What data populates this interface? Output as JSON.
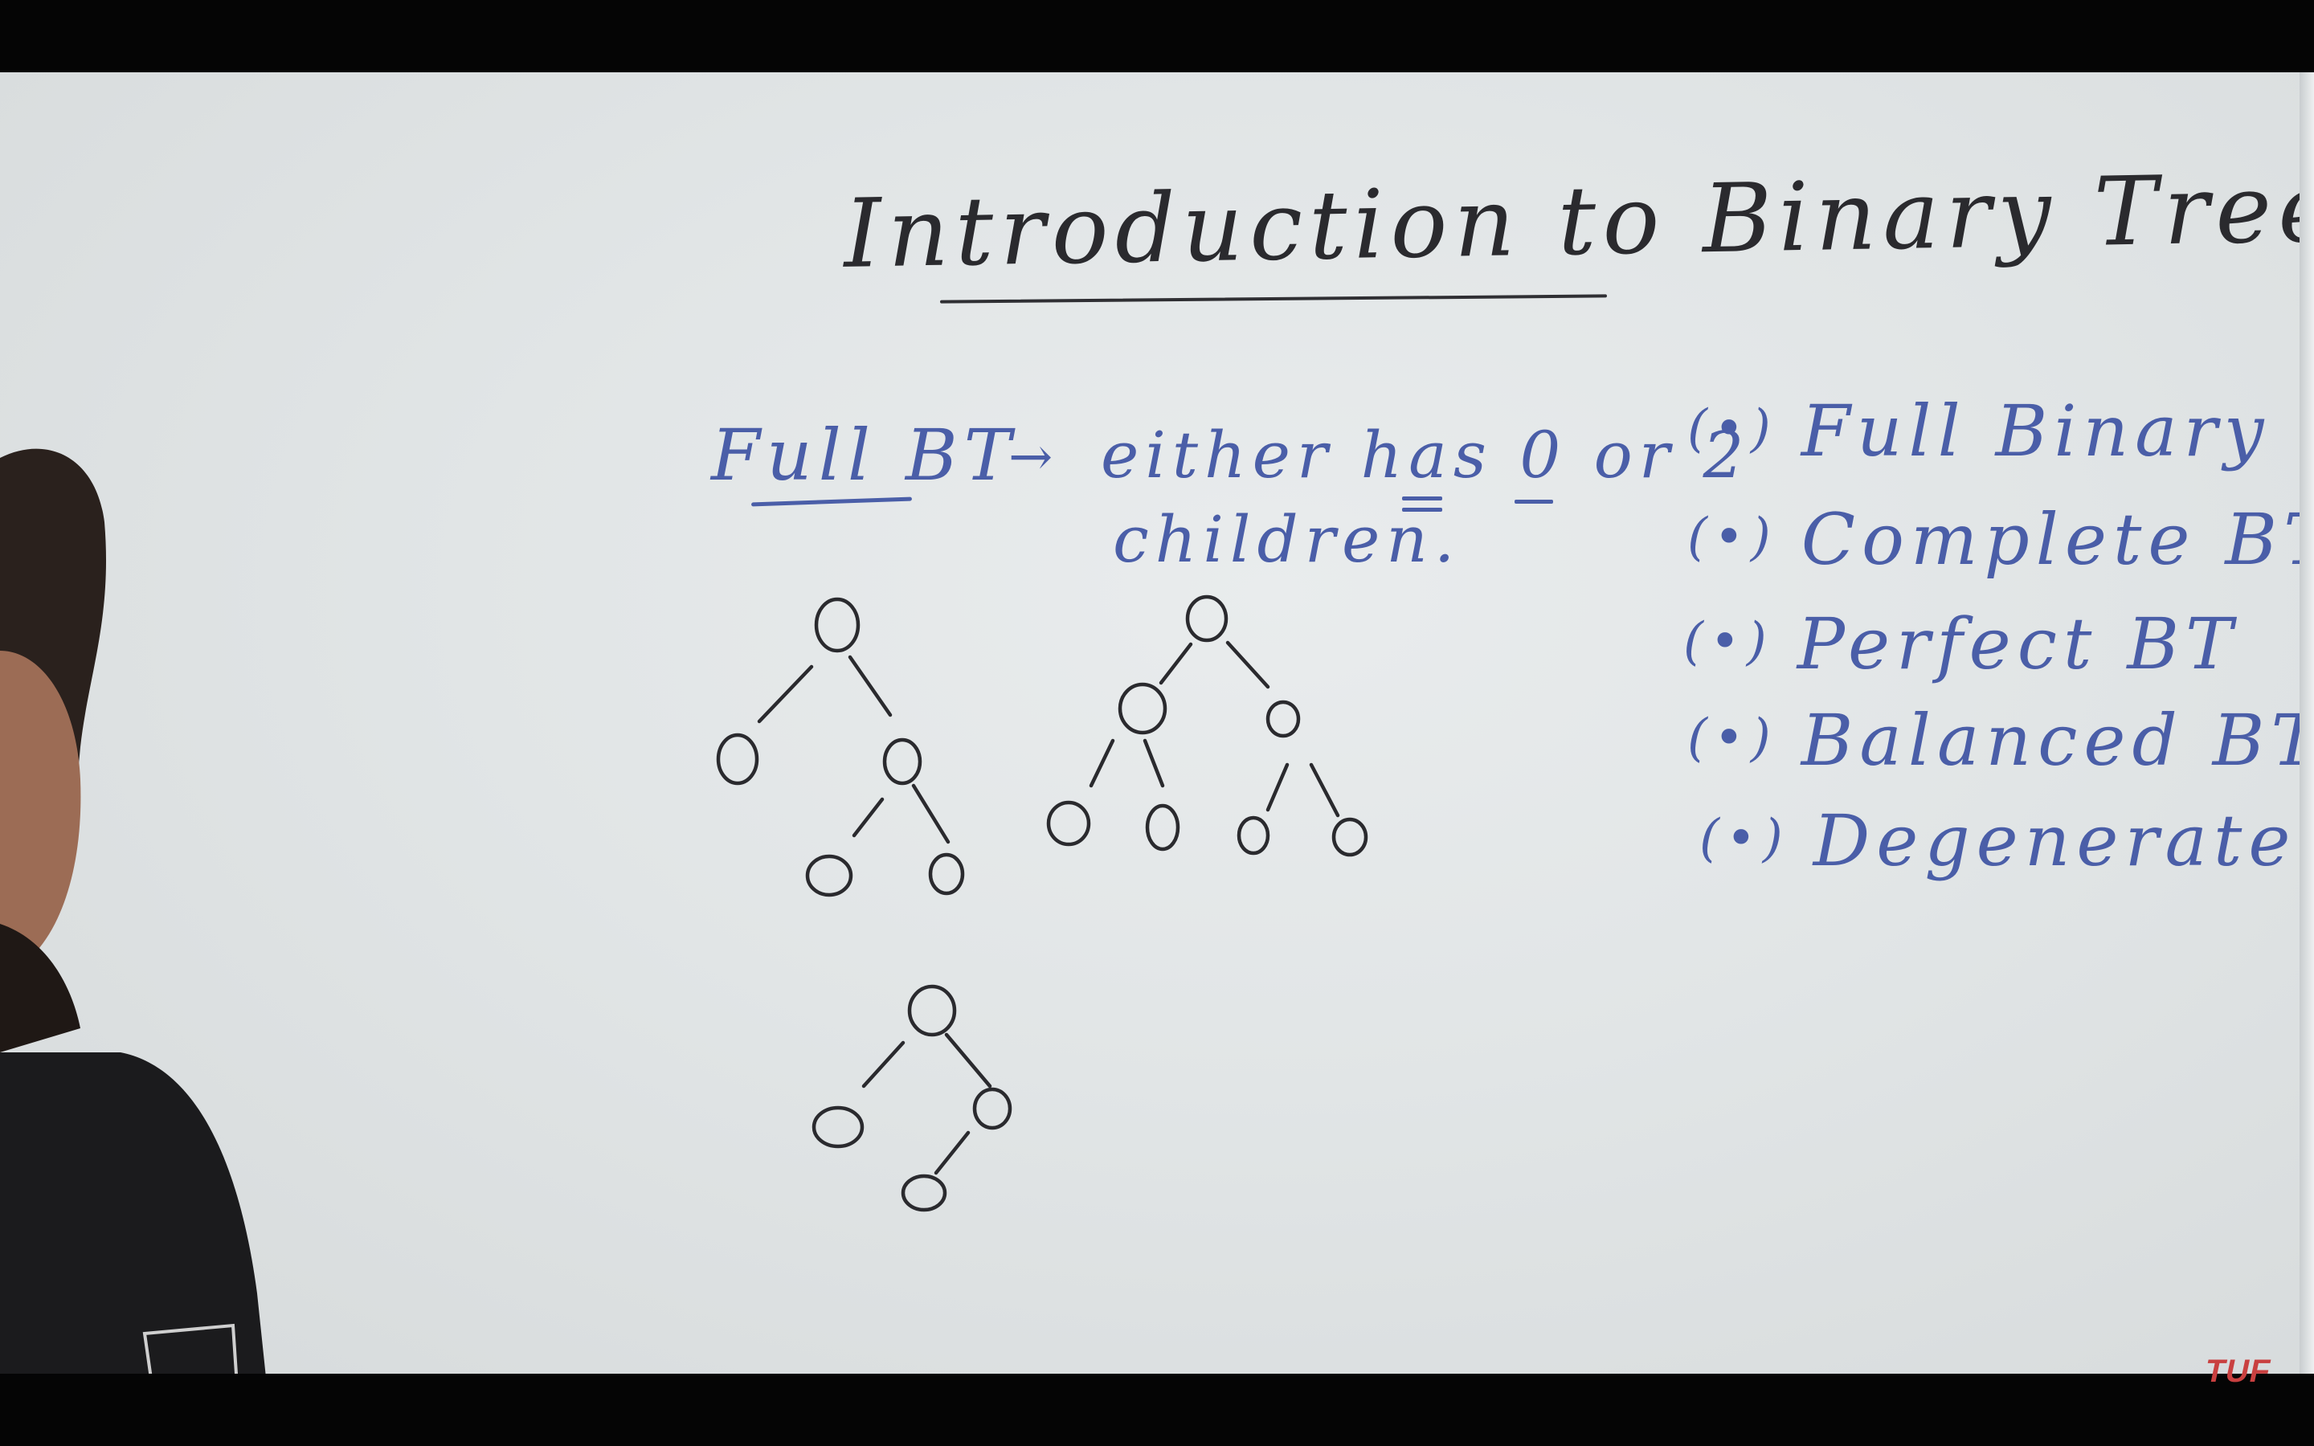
{
  "board": {
    "title": "Introduction to Binary Trees",
    "definition": {
      "term": "Full BT",
      "arrow": "→",
      "text": "either has 0 or 2",
      "continuation": "children."
    },
    "types_list": [
      {
        "bullet": "(•)",
        "label": "Full Binary Tree"
      },
      {
        "bullet": "(•)",
        "label": "Complete BT"
      },
      {
        "bullet": "(•)",
        "label": "Perfect BT"
      },
      {
        "bullet": "(•)",
        "label": "Balanced BT"
      },
      {
        "bullet": "(•)",
        "label": "Degenerate Tree"
      }
    ],
    "ink_colors": {
      "black": "#2a2a2e",
      "blue": "#4a5ea8"
    }
  },
  "watermark": "TUF",
  "icons": [
    "presenter-figure"
  ]
}
